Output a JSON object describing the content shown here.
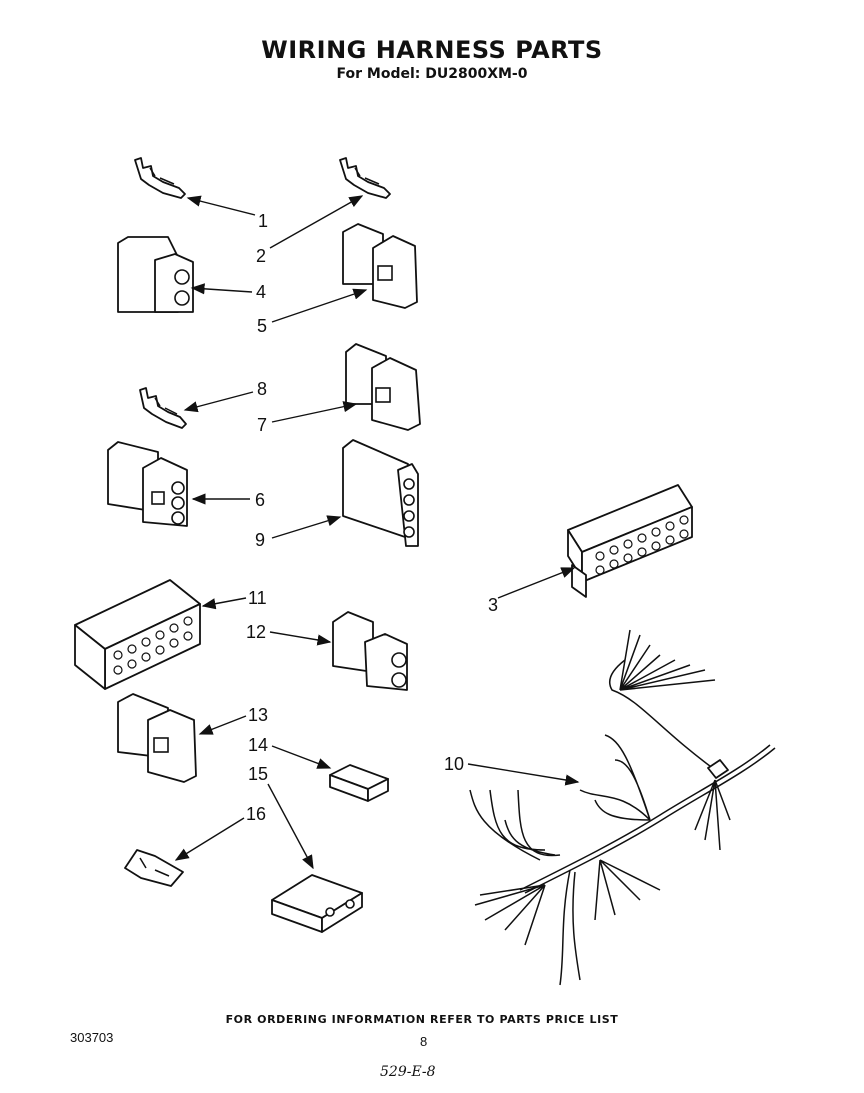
{
  "title": "WIRING HARNESS PARTS",
  "subtitle": "For Model: DU2800XM-0",
  "footer_note": "FOR ORDERING INFORMATION REFER TO PARTS PRICE LIST",
  "doc_number": "303703",
  "page_number": "8",
  "handwritten_mark": "529-E-8",
  "parts": [
    {
      "id": "1",
      "icon": "terminal-icon"
    },
    {
      "id": "2",
      "icon": "terminal-icon"
    },
    {
      "id": "3",
      "icon": "multi-pin-connector-icon"
    },
    {
      "id": "4",
      "icon": "two-pin-connector-icon"
    },
    {
      "id": "5",
      "icon": "connector-housing-icon"
    },
    {
      "id": "6",
      "icon": "three-pin-connector-icon"
    },
    {
      "id": "7",
      "icon": "connector-housing-icon"
    },
    {
      "id": "8",
      "icon": "terminal-icon"
    },
    {
      "id": "9",
      "icon": "four-pin-connector-icon"
    },
    {
      "id": "10",
      "icon": "wiring-harness-icon"
    },
    {
      "id": "11",
      "icon": "multi-pin-connector-icon"
    },
    {
      "id": "12",
      "icon": "two-pin-connector-icon"
    },
    {
      "id": "13",
      "icon": "connector-housing-icon"
    },
    {
      "id": "14",
      "icon": "insulator-pad-icon"
    },
    {
      "id": "15",
      "icon": "connector-block-icon"
    },
    {
      "id": "16",
      "icon": "terminal-icon"
    }
  ]
}
